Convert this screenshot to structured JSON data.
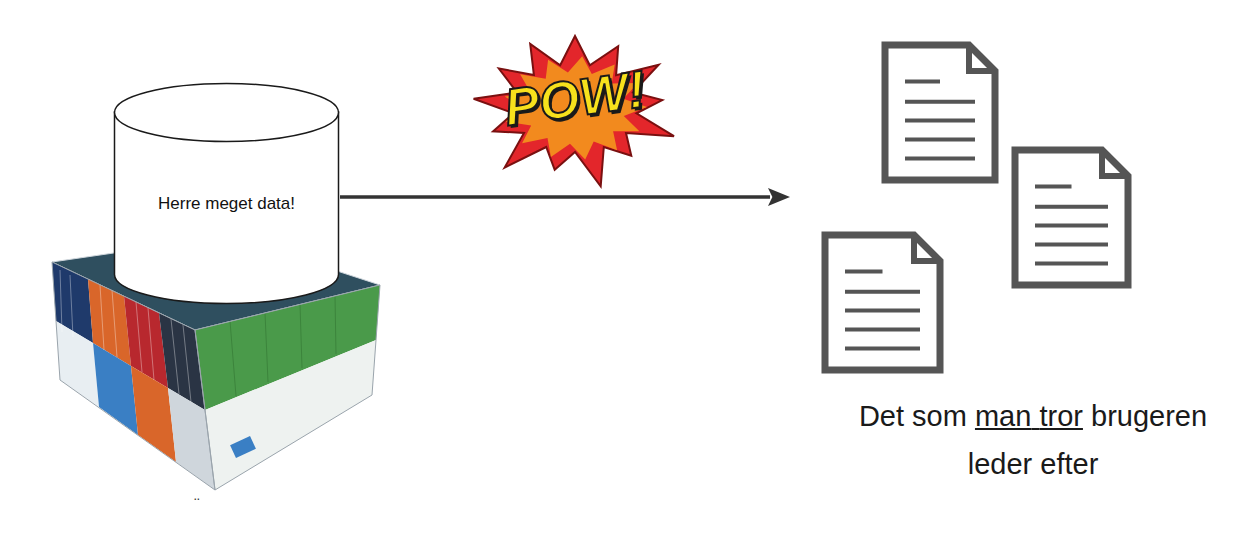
{
  "diagram": {
    "nodes": [
      {
        "text": [
          "Herre meget data!"
        ]
      },
      {
        "text": [
          "Det som man tror brugeren leder efter"
        ]
      }
    ],
    "edges": [
      {
        "from": 0,
        "to": 1,
        "arrow": "to"
      }
    ],
    "labels": [
      "POW!",
      "¨"
    ]
  }
}
